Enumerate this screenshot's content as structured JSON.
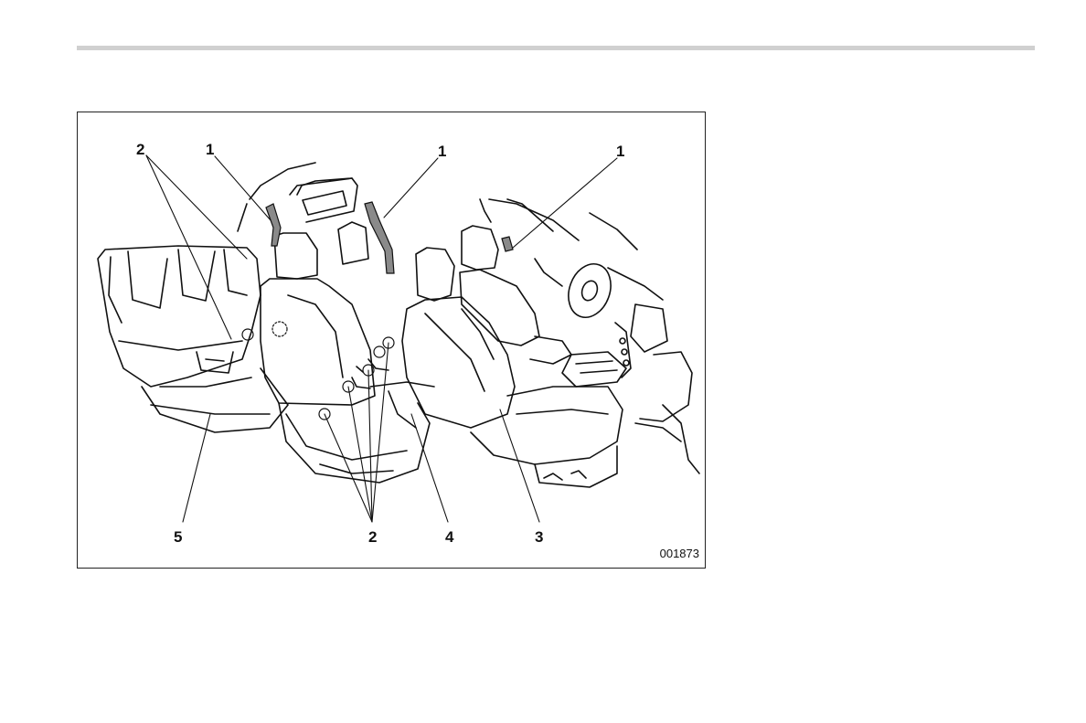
{
  "figure": {
    "code": "001873",
    "callouts": {
      "c1": "1",
      "c2": "2",
      "c3": "1",
      "c4": "1",
      "c5": "2",
      "c6": "3",
      "c7": "4",
      "c8": "5"
    }
  },
  "colors": {
    "rule": "#d0d0d0",
    "line": "#111111",
    "belt": "#8a8a8a"
  }
}
